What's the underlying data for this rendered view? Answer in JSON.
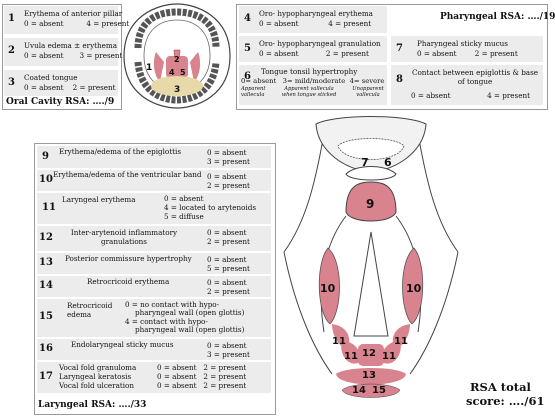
{
  "oral_cavity": {
    "items": [
      {
        "num": "1",
        "label": "Erythema of anterior pillar",
        "scores": "0 = absent          4 = present"
      },
      {
        "num": "2",
        "label": "Uvula edema ± erythema",
        "scores": "0 = absent       3 = present"
      },
      {
        "num": "3",
        "label": "Coated tongue",
        "scores": "0 = absent    2 = present"
      }
    ],
    "score_label": "Oral Cavity RSA: …./9"
  },
  "pharyngeal": {
    "score_label": "Pharyngeal RSA: …./19",
    "items": [
      {
        "num": "4",
        "label": "Oro- hypopharyngeal erythema",
        "scores": "0 = absent             4 = present"
      },
      {
        "num": "5",
        "label": "Oro- hypopharyngeal granulation",
        "scores": "0 = absent            2 = present"
      },
      {
        "num": "6",
        "label": "Tongue tonsil hypertrophy",
        "scores": "0= absent   3= mild/moderate  4= severe",
        "sub": [
          "Apparent vallecula",
          "Apparent vallecula when tongue sticked",
          "Unapparent vallecula"
        ]
      },
      {
        "num": "7",
        "label": "Pharyngeal sticky mucus",
        "scores": "0 = absent        2 = present"
      },
      {
        "num": "8",
        "label": "Contact between epiglottis & base of tongue",
        "scores": "0 = absent                4 = present"
      }
    ]
  },
  "laryngeal": {
    "score_label": "Laryngeal RSA: …./33",
    "items": [
      {
        "num": "9",
        "label": "Erythema/edema of the epiglottis",
        "scores": [
          "0 = absent",
          "3 = present"
        ]
      },
      {
        "num": "10",
        "label": "Erythema/edema of the ventricular band",
        "scores": [
          "0 = absent",
          "2 = present"
        ]
      },
      {
        "num": "11",
        "label": "Laryngeal erythema",
        "scores": [
          "0 = absent",
          "4 = located to arytenoids",
          "5 = diffuse"
        ]
      },
      {
        "num": "12",
        "label": "Inter-arytenoid inflammatory granulations",
        "scores": [
          "0 = absent",
          "2 = present"
        ]
      },
      {
        "num": "13",
        "label": "Posterior commissure hypertrophy",
        "scores": [
          "0 = absent",
          "5 = present"
        ]
      },
      {
        "num": "14",
        "label": "Retrocricoid erythema",
        "scores": [
          "0 = absent",
          "2 = present"
        ]
      },
      {
        "num": "15",
        "label": "Retrocricoid edema",
        "scores": [
          "0 = no contact with hypo-",
          "pharyngeal wall (open glottis)",
          "4 = contact with hypo-",
          "pharyngeal wall (open glottis)"
        ]
      },
      {
        "num": "16",
        "label": "Endolaryngeal sticky mucus",
        "scores": [
          "0 = absent",
          "3 = present"
        ]
      },
      {
        "num": "17",
        "label": "Vocal fold granuloma",
        "label2": "Laryngeal keratosis",
        "label3": "Vocal fold ulceration",
        "scores": [
          "0 = absent   2 = present",
          "0 = absent   2 = present",
          "0 = absent   2 = present"
        ]
      }
    ]
  },
  "total": {
    "line1": "RSA total",
    "line2": "score: …./61"
  },
  "diagram_labels": {
    "mouth": [
      "1",
      "2",
      "4",
      "5",
      "3"
    ],
    "larynx": [
      "7",
      "6",
      "9",
      "10",
      "10",
      "11",
      "11",
      "11",
      "11",
      "12",
      "13",
      "14",
      "15"
    ]
  },
  "colors": {
    "lesion": "#d9838e",
    "tongue_coat": "#e8d9a8",
    "panel_bg": "#ececec"
  }
}
